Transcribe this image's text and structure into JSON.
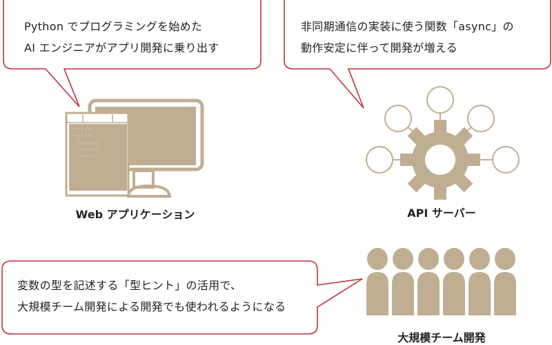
{
  "colors": {
    "accent_red": "#c0303a",
    "icon_tan": "#c0ae93"
  },
  "bubbles": [
    {
      "lines": [
        "Python でプログラミングを始めた",
        "AI エンジニアがアプリ開発に乗り出す"
      ]
    },
    {
      "lines": [
        "非同期通信の実装に使う関数「async」の",
        "動作安定に伴って開発が増える"
      ]
    },
    {
      "lines": [
        "変数の型を記述する「型ヒント」の活用で、",
        "大規模チーム開発による開発でも使われるようになる"
      ]
    }
  ],
  "labels": {
    "web_app": "Web アプリケーション",
    "api_server": "API サーバー",
    "team_dev": "大規模チーム開発"
  }
}
